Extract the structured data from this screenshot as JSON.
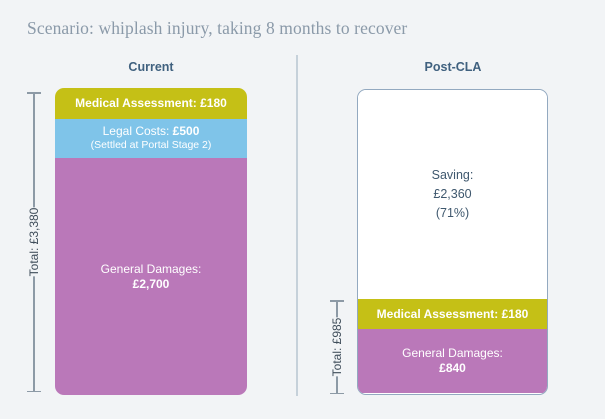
{
  "title": "Scenario: whiplash injury, taking 8 months to recover",
  "colors": {
    "background": "#f2f4f6",
    "title": "#8b9aa9",
    "heading": "#40617f",
    "medical": "#c5c016",
    "legal": "#7fc4e9",
    "damages": "#ba78b9",
    "saving_text": "#3f586e",
    "divider": "#c6d1da",
    "axis": "#8d9aa6"
  },
  "chart_data": {
    "type": "bar",
    "title": "Scenario: whiplash injury, taking 8 months to recover",
    "xlabel": "",
    "ylabel": "",
    "stacked": true,
    "categories": [
      "Current",
      "Post-CLA"
    ],
    "series": [
      {
        "name": "Medical Assessment",
        "values": [
          180,
          180
        ],
        "color": "#c5c016"
      },
      {
        "name": "Legal Costs",
        "values": [
          500,
          0
        ],
        "color": "#7fc4e9"
      },
      {
        "name": "General Damages",
        "values": [
          2700,
          840
        ],
        "color": "#ba78b9"
      }
    ],
    "totals": [
      3380,
      985
    ],
    "saving": {
      "amount": 2360,
      "percent": 71
    },
    "currency": "£",
    "ylim": [
      0,
      3380
    ],
    "grid": false,
    "legend": "none"
  },
  "columns": {
    "current": {
      "heading": "Current",
      "total_label": "Total: £3,380",
      "segments": [
        {
          "label": "Medical Assessment: ",
          "value": "£180",
          "sub": ""
        },
        {
          "label": "Legal Costs: ",
          "value": "£500",
          "sub": "(Settled at Portal Stage 2)"
        },
        {
          "label": "General Damages:",
          "value": "£2,700",
          "sub": ""
        }
      ]
    },
    "post": {
      "heading": "Post-CLA",
      "total_label": "Total: £985",
      "saving": {
        "line1": "Saving:",
        "line2": "£2,360",
        "line3": "(71%)"
      },
      "segments": [
        {
          "label": "Medical Assessment: ",
          "value": "£180",
          "sub": ""
        },
        {
          "label": "General Damages:",
          "value": "£840",
          "sub": ""
        }
      ]
    }
  }
}
